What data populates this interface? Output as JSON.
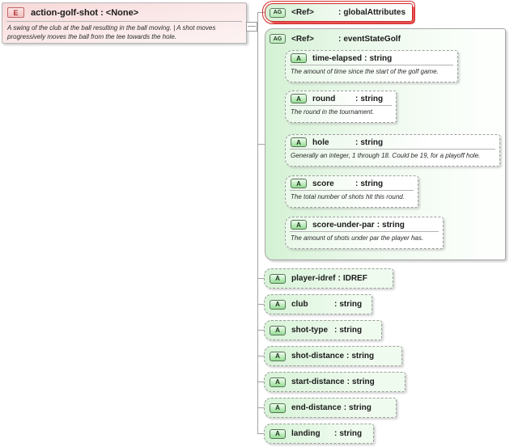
{
  "ui": {
    "colon": ":"
  },
  "element": {
    "icon_label": "E",
    "name": "action-golf-shot",
    "type": "<None>",
    "annotation": "A swing of the club at the ball resulting in the ball moving. | A shot moves progressively moves the ball from the tee towards the hole."
  },
  "attribute_groups": [
    {
      "icon_label": "AG",
      "name": "<Ref>",
      "type": "globalAttributes",
      "selected": true
    },
    {
      "icon_label": "AG",
      "name": "<Ref>",
      "type": "eventStateGolf",
      "selected": false,
      "attributes": [
        {
          "icon_label": "A",
          "name": "time-elapsed",
          "type": "string",
          "annotation": "The amount of time since the start of the golf game."
        },
        {
          "icon_label": "A",
          "name": "round",
          "type": "string",
          "annotation": "The round in the tournament."
        },
        {
          "icon_label": "A",
          "name": "hole",
          "type": "string",
          "annotation": "Generally an integer, 1 through 18. Could be 19, for a playoff hole."
        },
        {
          "icon_label": "A",
          "name": "score",
          "type": "string",
          "annotation": "The total number of shots hit this round."
        },
        {
          "icon_label": "A",
          "name": "score-under-par",
          "type": "string",
          "annotation": "The amount of shots under par the player has."
        }
      ]
    }
  ],
  "attributes": [
    {
      "icon_label": "A",
      "name": "player-idref",
      "type": "IDREF"
    },
    {
      "icon_label": "A",
      "name": "club",
      "type": "string"
    },
    {
      "icon_label": "A",
      "name": "shot-type",
      "type": "string"
    },
    {
      "icon_label": "A",
      "name": "shot-distance",
      "type": "string"
    },
    {
      "icon_label": "A",
      "name": "start-distance",
      "type": "string"
    },
    {
      "icon_label": "A",
      "name": "end-distance",
      "type": "string"
    },
    {
      "icon_label": "A",
      "name": "landing",
      "type": "string"
    }
  ],
  "colors": {
    "selection_red": "#d42a2a",
    "box_border_gray": "#a8a8a8",
    "group_green_fill": "#d4f1d4",
    "element_pink_fill": "#f7d8d8",
    "connector_gray": "#a3a3a3"
  }
}
